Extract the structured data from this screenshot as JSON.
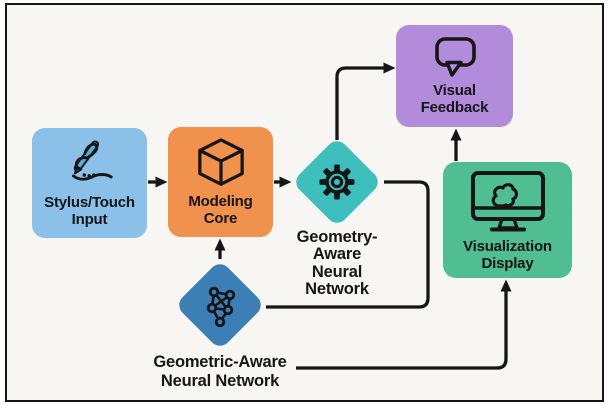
{
  "figure": {
    "type": "flow-diagram",
    "background": "#f8f6f2",
    "border_color": "#151515",
    "line_color": "#161616"
  },
  "nodes": [
    {
      "id": "stylus-touch-input",
      "label": "Stylus/Touch\nInput",
      "shape": "rounded-square",
      "color": "#8bc0e8",
      "icon": "stylus-icon"
    },
    {
      "id": "modeling-core",
      "label": "Modeling\nCore",
      "shape": "rounded-square",
      "color": "#f0924d",
      "icon": "cube-icon"
    },
    {
      "id": "geometry-aware-neural-network",
      "label": "Geometry-\nAware\nNeural\nNetwork",
      "shape": "diamond",
      "color": "#3fbebe",
      "icon": "gear-icon",
      "label_position": "below"
    },
    {
      "id": "visual-feedback",
      "label": "Visual\nFeedback",
      "shape": "rounded-square",
      "color": "#b28cda",
      "icon": "speech-bubble-icon"
    },
    {
      "id": "visualization-display",
      "label": "Visualization\nDisplay",
      "shape": "rounded-square",
      "color": "#50bd92",
      "icon": "monitor-icon"
    },
    {
      "id": "geometric-aware-neural-network",
      "label": "Geometric-Aware\nNeural Network",
      "shape": "diamond",
      "color": "#3c7eb6",
      "icon": "network-icon",
      "label_position": "below"
    }
  ],
  "edges": [
    {
      "from": "stylus-touch-input",
      "to": "modeling-core",
      "arrow": true
    },
    {
      "from": "modeling-core",
      "to": "geometry-aware-neural-network",
      "arrow": true
    },
    {
      "from": "geometry-aware-neural-network",
      "to": "visual-feedback",
      "arrow": true
    },
    {
      "from": "geometric-aware-neural-network",
      "to": "modeling-core",
      "arrow": true
    },
    {
      "from": "geometry-aware-neural-network",
      "to": "geometric-aware-neural-network",
      "arrow": false
    },
    {
      "from": "geometric-aware-neural-network",
      "to": "visualization-display",
      "arrow": true
    },
    {
      "from": "visualization-display",
      "to": "visual-feedback",
      "arrow": true
    }
  ],
  "icon_colors": {
    "stylus_pen": "#58ade0"
  }
}
